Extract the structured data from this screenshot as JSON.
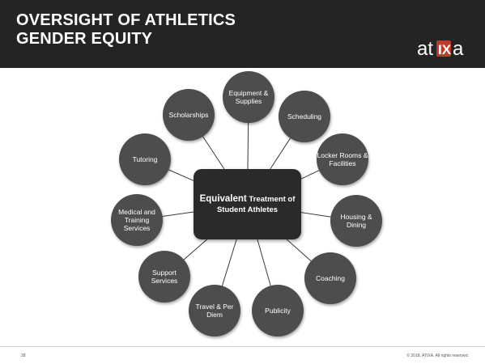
{
  "header": {
    "title": "OVERSIGHT OF ATHLETICS\nGENDER EQUITY",
    "logo": "atixa"
  },
  "center": {
    "bold": "Equivalent",
    "rest": " Treatment of Student Athletes"
  },
  "nodes": [
    "Equipment & Supplies",
    "Scheduling",
    "Locker Rooms & Facilities",
    "Housing & Dining",
    "Coaching",
    "Publicity",
    "Travel & Per Diem",
    "Support Services",
    "Medical and Training Services",
    "Tutoring",
    "Scholarships"
  ],
  "footer": {
    "page": "28",
    "copyright": "© 2018, ATIXA. All rights reserved."
  },
  "colors": {
    "header": "#242424",
    "node": "#4d4d4d",
    "center": "#2a2a2a"
  }
}
